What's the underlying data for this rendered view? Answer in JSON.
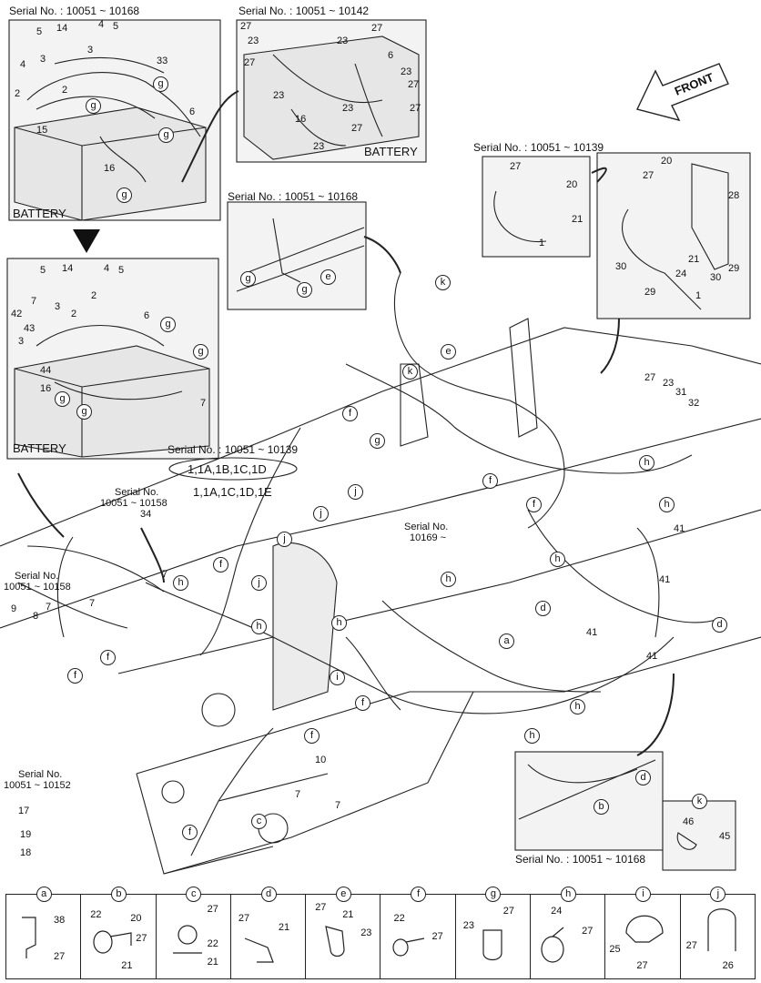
{
  "serial_labels": {
    "top_left": "Serial No. : 10051 ~ 10168",
    "top_mid": "Serial No. : 10051 ~ 10142",
    "right_top": "Serial No. : 10051 ~ 10139",
    "mid_inset": "Serial No. : 10051 ~ 10168",
    "center": "Serial No. : 10051 ~ 10139",
    "left_serial_a": "Serial No.",
    "left_serial_a2": "10051 ~ 10158",
    "left_serial_b": "Serial No.",
    "left_serial_b2": "10051 ~ 10158",
    "mid_serial": "Serial No.",
    "mid_serial2": "10169 ~",
    "bottom_left": "Serial No.",
    "bottom_left2": "10051 ~ 10152",
    "bottom_right": "Serial No. : 10051 ~ 10168"
  },
  "battery_labels": [
    "BATTERY",
    "BATTERY",
    "BATTERY"
  ],
  "front_label": "FRONT",
  "harness_variants": [
    "1,1A,1B,1C,1D",
    "1,1A,1C,1D,1E"
  ],
  "callout_numbers": {
    "tl": [
      "5",
      "14",
      "4",
      "5",
      "33",
      "4",
      "3",
      "2",
      "2",
      "3",
      "15",
      "16",
      "6"
    ],
    "tm": [
      "27",
      "23",
      "27",
      "23",
      "6",
      "27",
      "23",
      "27",
      "23",
      "27",
      "16",
      "23",
      "27",
      "23"
    ],
    "rt_left": [
      "27",
      "20",
      "1",
      "21"
    ],
    "rt_right": [
      "20",
      "27",
      "28",
      "21",
      "29",
      "30",
      "24",
      "30",
      "29",
      "1"
    ],
    "ml": [
      "5",
      "14",
      "4",
      "5",
      "7",
      "42",
      "2",
      "43",
      "3",
      "6",
      "44",
      "16",
      "7",
      "2",
      "3"
    ],
    "main": [
      "27",
      "23",
      "31",
      "32",
      "41",
      "41",
      "41",
      "41",
      "34",
      "7",
      "9",
      "8",
      "7",
      "7",
      "10",
      "7",
      "7",
      "17",
      "19",
      "18",
      "46",
      "45"
    ]
  },
  "letter_callouts": [
    "g",
    "g",
    "g",
    "g",
    "g",
    "g",
    "g",
    "g",
    "g",
    "g",
    "g",
    "k",
    "k",
    "e",
    "e",
    "f",
    "f",
    "f",
    "f",
    "f",
    "f",
    "f",
    "f",
    "f",
    "h",
    "h",
    "h",
    "h",
    "h",
    "h",
    "h",
    "h",
    "h",
    "j",
    "j",
    "j",
    "j",
    "i",
    "a",
    "b",
    "c",
    "d",
    "d",
    "d"
  ],
  "legend": [
    {
      "letter": "a",
      "parts": [
        "38",
        "27"
      ]
    },
    {
      "letter": "b",
      "parts": [
        "22",
        "20",
        "27",
        "21"
      ]
    },
    {
      "letter": "c",
      "parts": [
        "27",
        "22",
        "21"
      ]
    },
    {
      "letter": "d",
      "parts": [
        "27",
        "21"
      ]
    },
    {
      "letter": "e",
      "parts": [
        "27",
        "21",
        "23"
      ]
    },
    {
      "letter": "f",
      "parts": [
        "22",
        "27"
      ]
    },
    {
      "letter": "g",
      "parts": [
        "27",
        "23"
      ]
    },
    {
      "letter": "h",
      "parts": [
        "24",
        "27"
      ]
    },
    {
      "letter": "i",
      "parts": [
        "25",
        "27"
      ]
    },
    {
      "letter": "j",
      "parts": [
        "27",
        "26"
      ]
    }
  ],
  "inset_k": {
    "letter": "k",
    "parts": [
      "46",
      "45"
    ]
  }
}
